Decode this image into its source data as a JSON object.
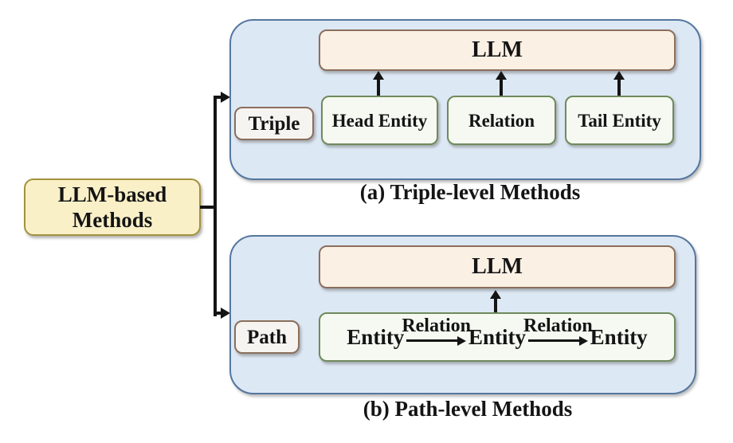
{
  "root": {
    "line1": "LLM-based",
    "line2": "Methods"
  },
  "panel_a": {
    "llm_label": "LLM",
    "tag": "Triple",
    "boxes": [
      "Head Entity",
      "Relation",
      "Tail Entity"
    ],
    "caption": "(a) Triple-level Methods"
  },
  "panel_b": {
    "llm_label": "LLM",
    "tag": "Path",
    "entities": [
      "Entity",
      "Entity",
      "Entity"
    ],
    "relations": [
      "Relation",
      "Relation"
    ],
    "caption": "(b) Path-level Methods"
  },
  "colors": {
    "ink": "#141414",
    "panel-fill": "#dde8f5",
    "panel-border": "#54779e",
    "llm-fill": "#fbf0e4",
    "llm-border": "#8a6f5c",
    "green-fill": "#f5f9f1",
    "green-border": "#6f8a5c",
    "tag-fill": "#f6f4f1",
    "tag-border": "#8a6f5c",
    "root-fill": "#faf0c8",
    "root-border": "#a3923e"
  }
}
